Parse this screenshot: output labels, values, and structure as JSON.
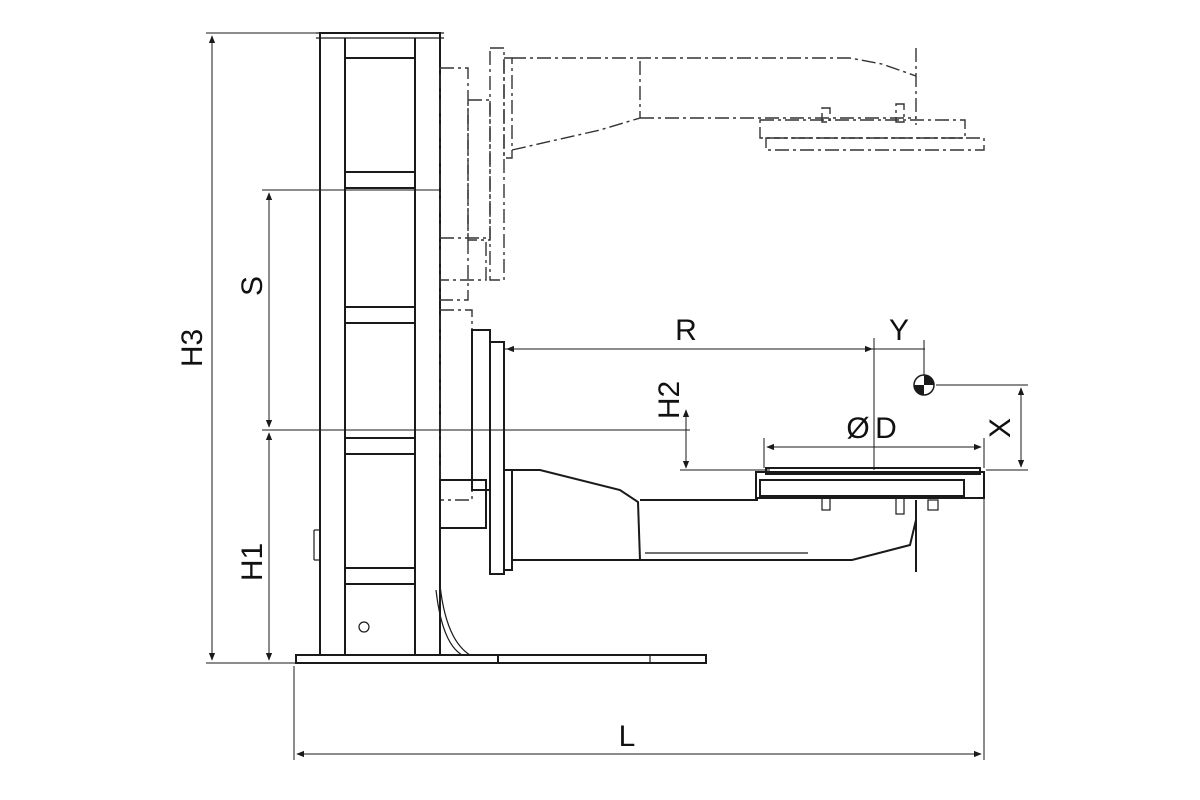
{
  "dimensions": {
    "h3": "H3",
    "s": "S",
    "h1": "H1",
    "r": "R",
    "y": "Y",
    "h2": "H2",
    "d": "D",
    "diameter_symbol": "Ø",
    "x": "X",
    "l": "L"
  },
  "colors": {
    "line": "#1a1a1a",
    "background": "#ffffff"
  }
}
